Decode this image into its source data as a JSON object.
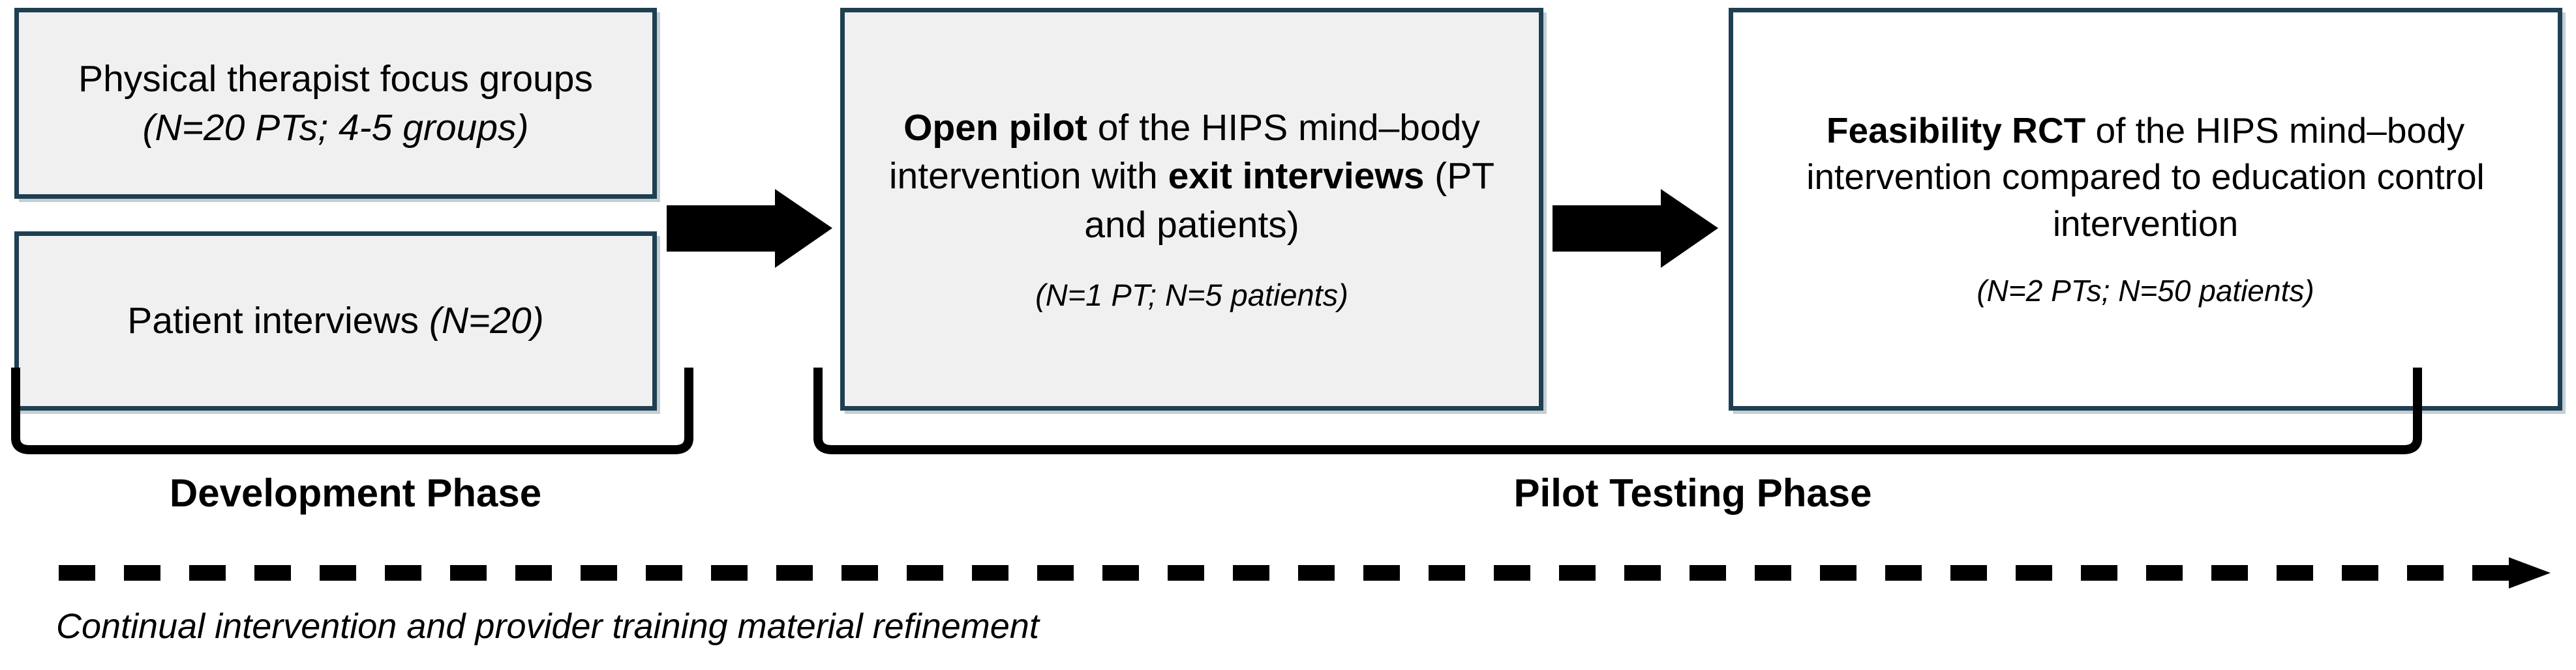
{
  "diagram": {
    "title": "HIPS study phases flow diagram",
    "colors": {
      "box_border": "#1f3f52",
      "box_fill_grey": "#f0f0f0",
      "box_fill_white": "#ffffff",
      "arrow": "#000000",
      "bracket": "#000000",
      "text": "#000000"
    }
  },
  "boxes": [
    {
      "id": "pt-focus-groups",
      "main_text": "Physical therapist focus groups",
      "detail_text": "(N=20 PTs; 4-5 groups)",
      "fill": "grey"
    },
    {
      "id": "patient-interviews",
      "main_text": "Patient interviews",
      "detail_text": "(N=20)",
      "fill": "grey"
    },
    {
      "id": "open-pilot",
      "emphasis_1": "Open pilot",
      "mid_text": " of the HIPS mind–body intervention with ",
      "emphasis_2": "exit interviews",
      "tail_text": " (PT and patients)",
      "detail_text": "(N=1 PT; N=5 patients)",
      "fill": "grey"
    },
    {
      "id": "feasibility-rct",
      "emphasis_1": "Feasibility RCT",
      "tail_text": " of the HIPS mind–body intervention compared to education control intervention",
      "detail_text": "(N=2 PTs; N=50 patients)",
      "fill": "white"
    }
  ],
  "arrows": [
    {
      "id": "arrow-dev-to-pilot",
      "label": "arrow from development boxes to open pilot"
    },
    {
      "id": "arrow-pilot-to-rct",
      "label": "arrow from open pilot to feasibility RCT"
    }
  ],
  "phases": [
    {
      "id": "development-phase",
      "label": "Development Phase"
    },
    {
      "id": "pilot-testing-phase",
      "label": "Pilot Testing Phase"
    }
  ],
  "timeline": {
    "caption": "Continual intervention and provider training material refinement",
    "style": "dashed-arrow-right"
  }
}
